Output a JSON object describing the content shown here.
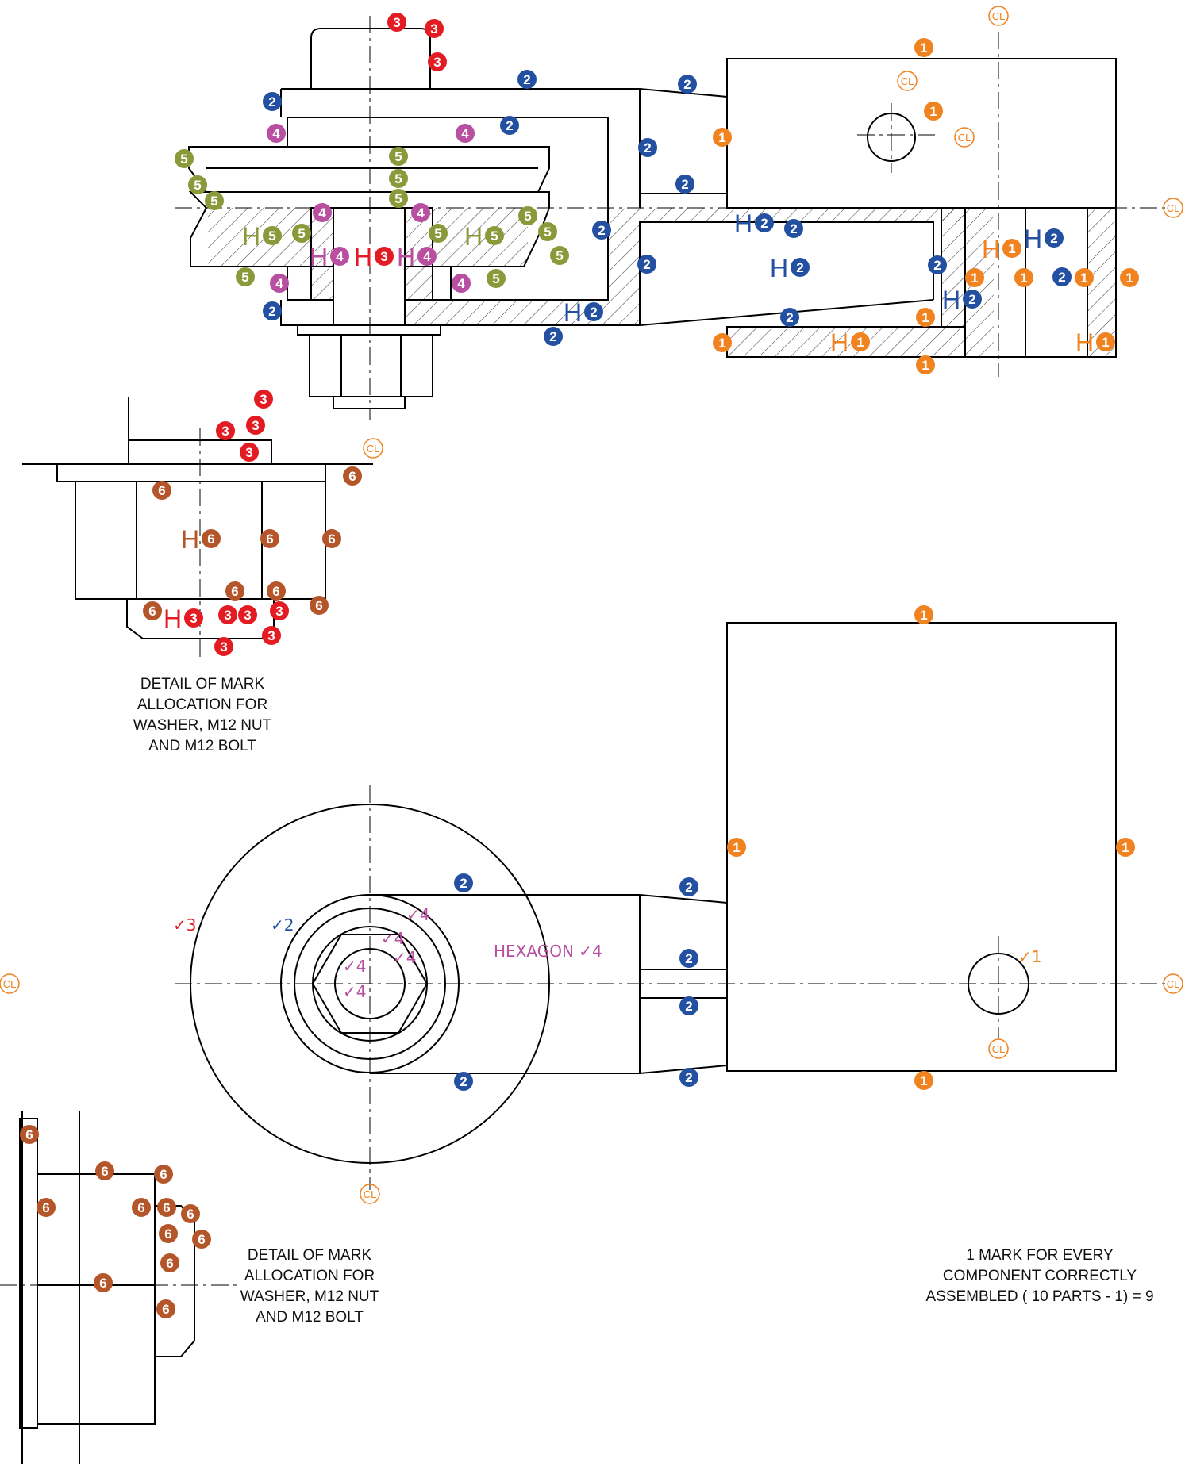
{
  "colors": {
    "part1": "#f08220",
    "part2": "#2350a0",
    "part3": "#e31b23",
    "part4": "#b84fa0",
    "part5": "#8a9a3a",
    "part6": "#b5562a",
    "line": "#000000"
  },
  "centreline_mark": "CL",
  "hatch_prefix": "H",
  "check_glyph": "✓",
  "hexagon_note": "HEXAGON",
  "notes": {
    "detail_top": [
      "DETAIL OF MARK",
      "ALLOCATION FOR",
      "WASHER, M12 NUT",
      "AND M12 BOLT"
    ],
    "detail_bottom": [
      "DETAIL OF MARK",
      "ALLOCATION FOR",
      "WASHER, M12 NUT",
      "AND M12 BOLT"
    ],
    "marks_total": [
      "1 MARK FOR EVERY",
      "COMPONENT CORRECTLY",
      "ASSEMBLED ( 10 PARTS - 1) = 9"
    ]
  },
  "section_view": {
    "badges": [
      {
        "n": 3
      },
      {
        "n": 3
      },
      {
        "n": 3
      },
      {
        "n": 2
      },
      {
        "n": 2
      },
      {
        "n": 2
      },
      {
        "n": 2
      },
      {
        "n": 2
      },
      {
        "n": 2
      },
      {
        "n": 2
      },
      {
        "n": 2
      },
      {
        "n": 2
      },
      {
        "n": 2
      },
      {
        "n": 2
      },
      {
        "n": 2
      },
      {
        "n": 2
      },
      {
        "n": 2
      },
      {
        "n": 1
      },
      {
        "n": 1
      },
      {
        "n": 1
      },
      {
        "n": 1
      },
      {
        "n": 1
      },
      {
        "n": 1
      },
      {
        "n": 1
      },
      {
        "n": 1
      },
      {
        "n": 1
      },
      {
        "n": 1
      },
      {
        "n": 4
      },
      {
        "n": 4
      },
      {
        "n": 4
      },
      {
        "n": 4
      },
      {
        "n": 4
      },
      {
        "n": 4
      },
      {
        "n": 5
      },
      {
        "n": 5
      },
      {
        "n": 5
      },
      {
        "n": 5
      },
      {
        "n": 5
      },
      {
        "n": 5
      },
      {
        "n": 5
      },
      {
        "n": 5
      },
      {
        "n": 5
      },
      {
        "n": 5
      },
      {
        "n": 5
      },
      {
        "n": 5
      },
      {
        "n": 5
      }
    ],
    "hatch_labels": [
      {
        "n": 5
      },
      {
        "n": 5
      },
      {
        "n": 4
      },
      {
        "n": 3
      },
      {
        "n": 4
      },
      {
        "n": 2
      },
      {
        "n": 2
      },
      {
        "n": 2
      },
      {
        "n": 2
      },
      {
        "n": 2
      },
      {
        "n": 1
      },
      {
        "n": 1
      },
      {
        "n": 1
      }
    ]
  },
  "nut_detail_top": {
    "badges": [
      {
        "n": 3
      },
      {
        "n": 3
      },
      {
        "n": 3
      },
      {
        "n": 3
      },
      {
        "n": 6
      },
      {
        "n": 6
      },
      {
        "n": 6
      },
      {
        "n": 6
      },
      {
        "n": 6
      },
      {
        "n": 6
      },
      {
        "n": 6
      },
      {
        "n": 6
      },
      {
        "n": 3
      },
      {
        "n": 3
      },
      {
        "n": 3
      },
      {
        "n": 3
      },
      {
        "n": 3
      }
    ],
    "hatch_labels": [
      {
        "n": 6
      },
      {
        "n": 3
      }
    ]
  },
  "plan_view": {
    "badges": [
      {
        "n": 1
      },
      {
        "n": 1
      },
      {
        "n": 1
      },
      {
        "n": 1
      },
      {
        "n": 2
      },
      {
        "n": 2
      },
      {
        "n": 2
      },
      {
        "n": 2
      },
      {
        "n": 2
      },
      {
        "n": 2
      }
    ],
    "checks": [
      {
        "n": 3
      },
      {
        "n": 2
      },
      {
        "n": 4
      },
      {
        "n": 4
      },
      {
        "n": 4
      },
      {
        "n": 4
      },
      {
        "n": 4
      },
      {
        "n": 4
      },
      {
        "n": 1
      }
    ]
  },
  "nut_detail_bottom": {
    "badges": [
      {
        "n": 6
      },
      {
        "n": 6
      },
      {
        "n": 6
      },
      {
        "n": 6
      },
      {
        "n": 6
      },
      {
        "n": 6
      },
      {
        "n": 6
      },
      {
        "n": 6
      },
      {
        "n": 6
      },
      {
        "n": 6
      },
      {
        "n": 6
      },
      {
        "n": 6
      }
    ]
  }
}
